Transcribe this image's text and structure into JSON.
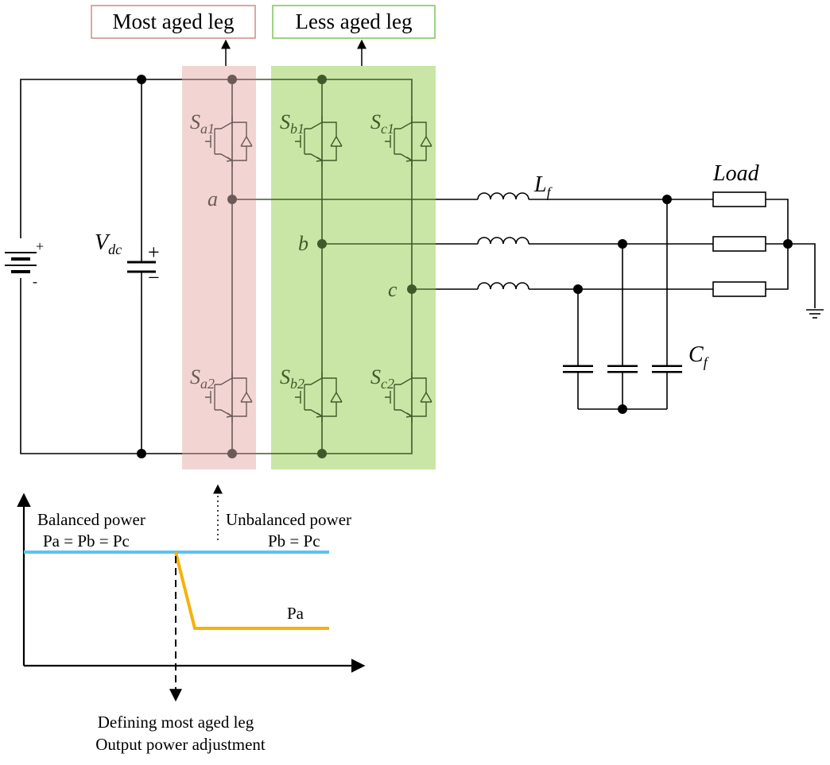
{
  "labels": {
    "most_aged": "Most aged leg",
    "less_aged": "Less aged leg",
    "vdc_main": "V",
    "vdc_sub": "dc",
    "lf_main": "L",
    "lf_sub": "f",
    "cf_main": "C",
    "cf_sub": "f",
    "load": "Load",
    "node_a": "a",
    "node_b": "b",
    "node_c": "c",
    "plus": "+",
    "minus": "-",
    "cap_minus": "−"
  },
  "switches": [
    {
      "main": "S",
      "sub": "a1"
    },
    {
      "main": "S",
      "sub": "b1"
    },
    {
      "main": "S",
      "sub": "c1"
    },
    {
      "main": "S",
      "sub": "a2"
    },
    {
      "main": "S",
      "sub": "b2"
    },
    {
      "main": "S",
      "sub": "c2"
    }
  ],
  "graph": {
    "balanced_title": "Balanced power",
    "balanced_eq": "Pa = Pb = Pc",
    "unbalanced_title": "Unbalanced power",
    "unbalanced_eq": "Pb = Pc",
    "pa_label": "Pa",
    "caption_line1": "Defining most aged leg",
    "caption_line2": "Output power adjustment"
  },
  "colors": {
    "most_aged_fill": "#f2d5d3",
    "most_aged_border": "#d08a88",
    "less_aged_fill": "#c9e6a6",
    "less_aged_border": "#7ec35a",
    "balanced_line": "#5bc4f0",
    "pa_line": "#f5b20a"
  }
}
